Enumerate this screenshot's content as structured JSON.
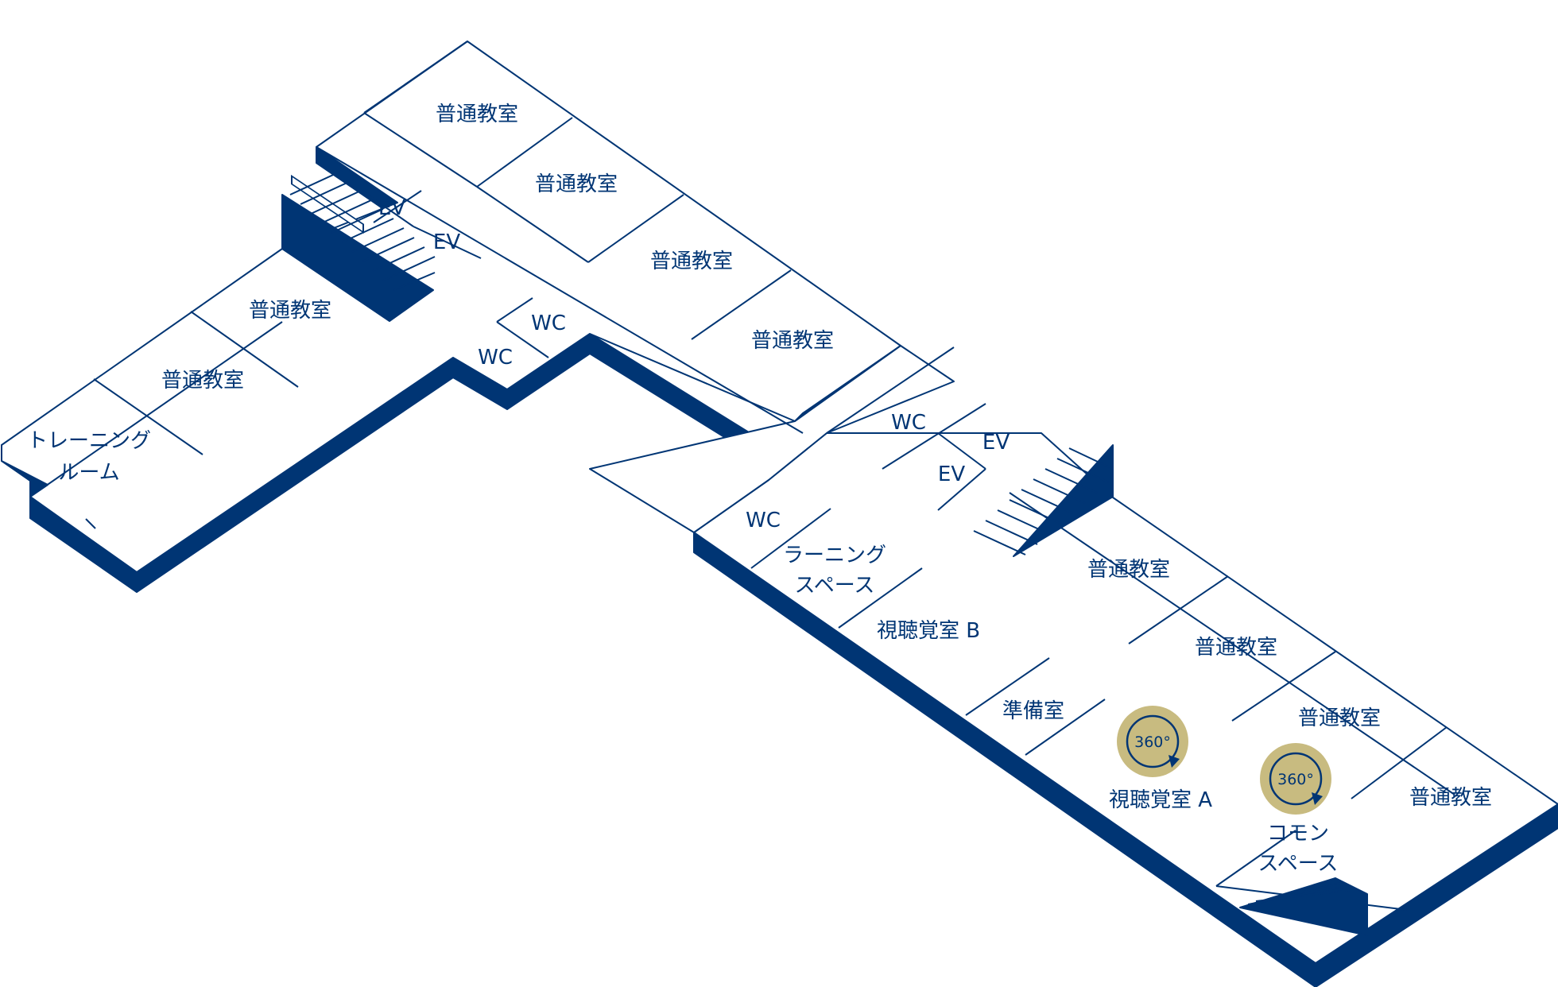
{
  "colors": {
    "primary": "#003574",
    "badge": "#c8bb80",
    "background": "#ffffff"
  },
  "rooms": {
    "classroom_label": "普通教室",
    "ev": "EV",
    "wc": "WC",
    "training_line1": "トレーニング",
    "training_line2": "ルーム",
    "learning_line1": "ラーニング",
    "learning_line2": "スペース",
    "av_room_b": "視聴覚室 B",
    "prep_room": "準備室",
    "av_room_a": "視聴覚室 A",
    "common_line1": "コモン",
    "common_line2": "スペース"
  },
  "badges": {
    "label": "360°",
    "icon": "rotate-360-icon"
  }
}
